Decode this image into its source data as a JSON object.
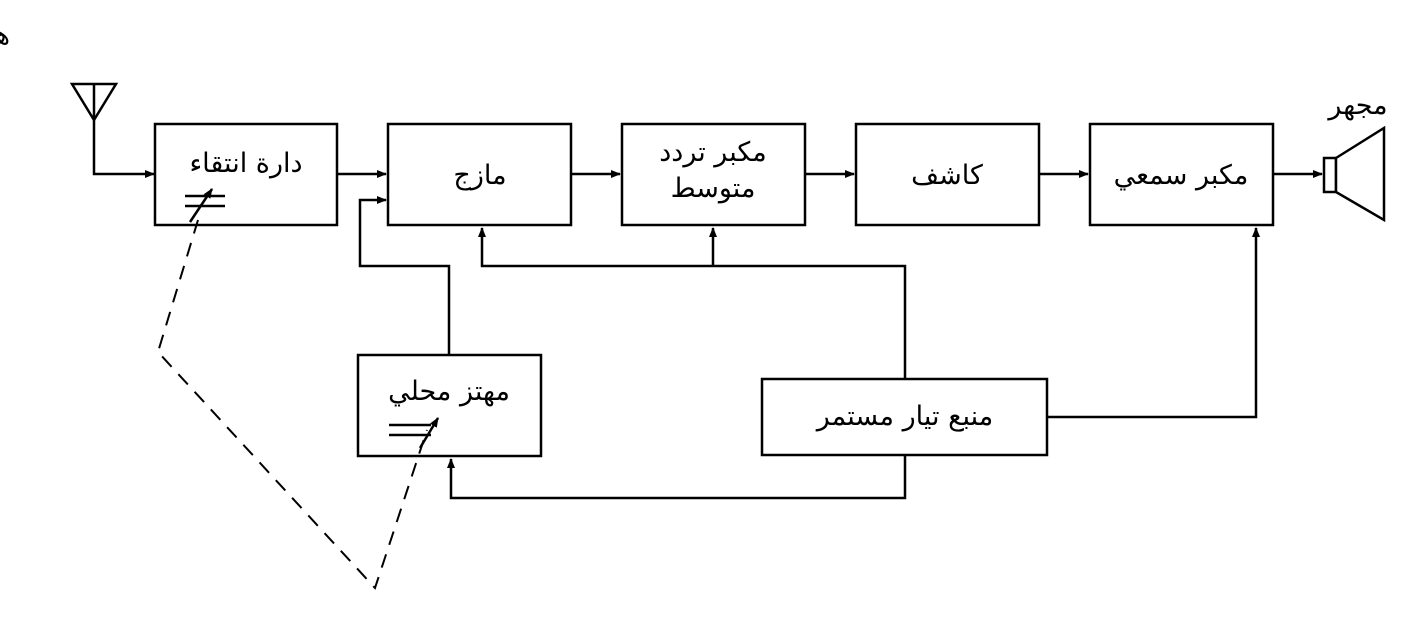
{
  "antenna_label": "هوائي الاستقبال",
  "speaker_label": "مجهر",
  "blocks": {
    "tuning": "دارة انتقاء",
    "mixer": "مازج",
    "if_amp_line1": "مكبر تردد",
    "if_amp_line2": "متوسط",
    "detector": "كاشف",
    "audio_amp": "مكبر سمعي",
    "local_osc": "مهتز محلي",
    "dc_supply": "منبع تيار مستمر"
  }
}
